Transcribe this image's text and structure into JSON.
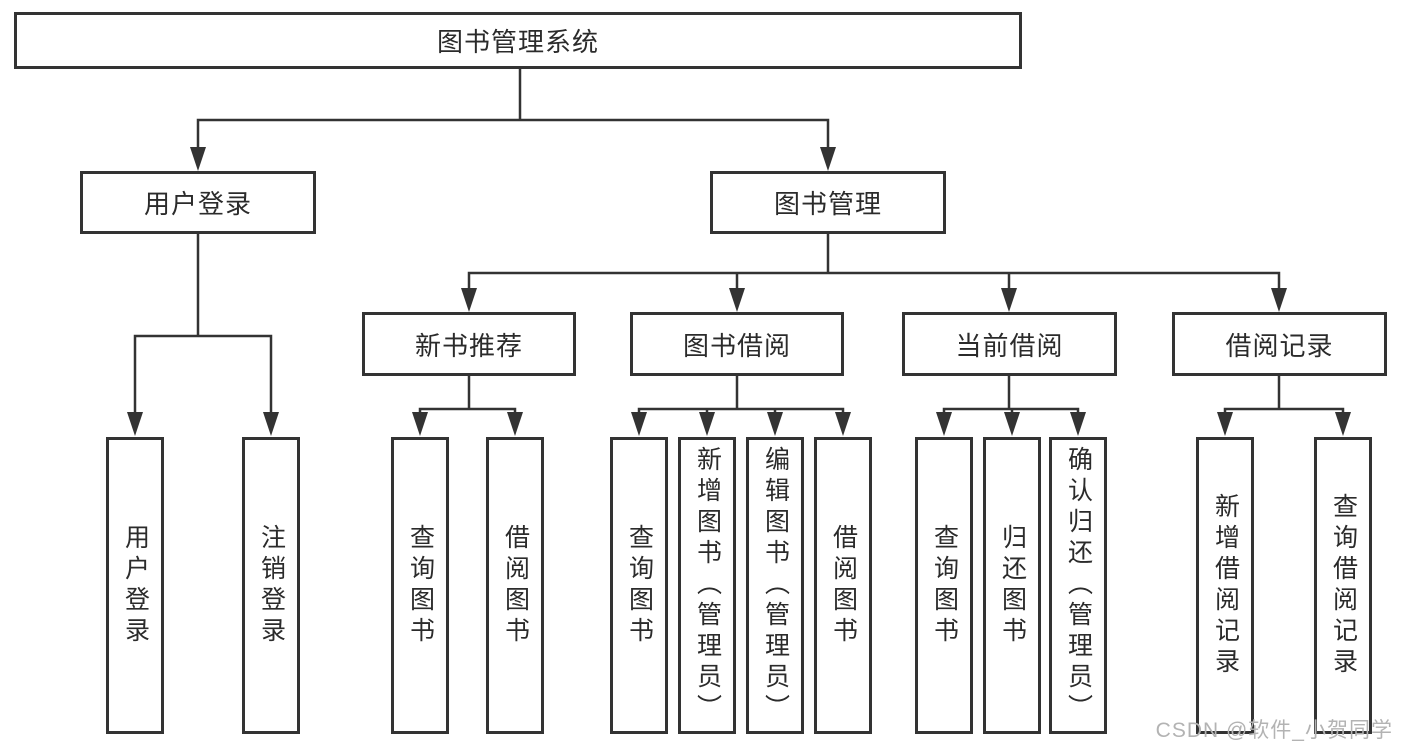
{
  "diagram": {
    "nodes": {
      "root": "图书管理系统",
      "user_login": "用户登录",
      "book_mgmt": "图书管理",
      "new_book_rec": "新书推荐",
      "book_borrow": "图书借阅",
      "current_borrow": "当前借阅",
      "borrow_records": "借阅记录",
      "leaf_user_login": "用户登录",
      "leaf_logout": "注销登录",
      "leaf_nb_query": "查询图书",
      "leaf_nb_borrow": "借阅图书",
      "leaf_bb_query": "查询图书",
      "leaf_bb_add": "新增图书（管理员）",
      "leaf_bb_edit": "编辑图书（管理员）",
      "leaf_bb_borrow": "借阅图书",
      "leaf_cb_query": "查询图书",
      "leaf_cb_return": "归还图书",
      "leaf_cb_confirm": "确认归还（管理员）",
      "leaf_br_add": "新增借阅记录",
      "leaf_br_query": "查询借阅记录"
    },
    "tree": {
      "label": "图书管理系统",
      "children": [
        {
          "label": "用户登录",
          "children": [
            {
              "label": "用户登录"
            },
            {
              "label": "注销登录"
            }
          ]
        },
        {
          "label": "图书管理",
          "children": [
            {
              "label": "新书推荐",
              "children": [
                {
                  "label": "查询图书"
                },
                {
                  "label": "借阅图书"
                }
              ]
            },
            {
              "label": "图书借阅",
              "children": [
                {
                  "label": "查询图书"
                },
                {
                  "label": "新增图书（管理员）"
                },
                {
                  "label": "编辑图书（管理员）"
                },
                {
                  "label": "借阅图书"
                }
              ]
            },
            {
              "label": "当前借阅",
              "children": [
                {
                  "label": "查询图书"
                },
                {
                  "label": "归还图书"
                },
                {
                  "label": "确认归还（管理员）"
                }
              ]
            },
            {
              "label": "借阅记录",
              "children": [
                {
                  "label": "新增借阅记录"
                },
                {
                  "label": "查询借阅记录"
                }
              ]
            }
          ]
        }
      ]
    },
    "watermark": "CSDN @软件_小贺同学"
  },
  "colors": {
    "line": "#333333",
    "box_border": "#333333",
    "text": "#2b2b2b",
    "watermark": "#b3b3b3",
    "background": "#ffffff"
  }
}
